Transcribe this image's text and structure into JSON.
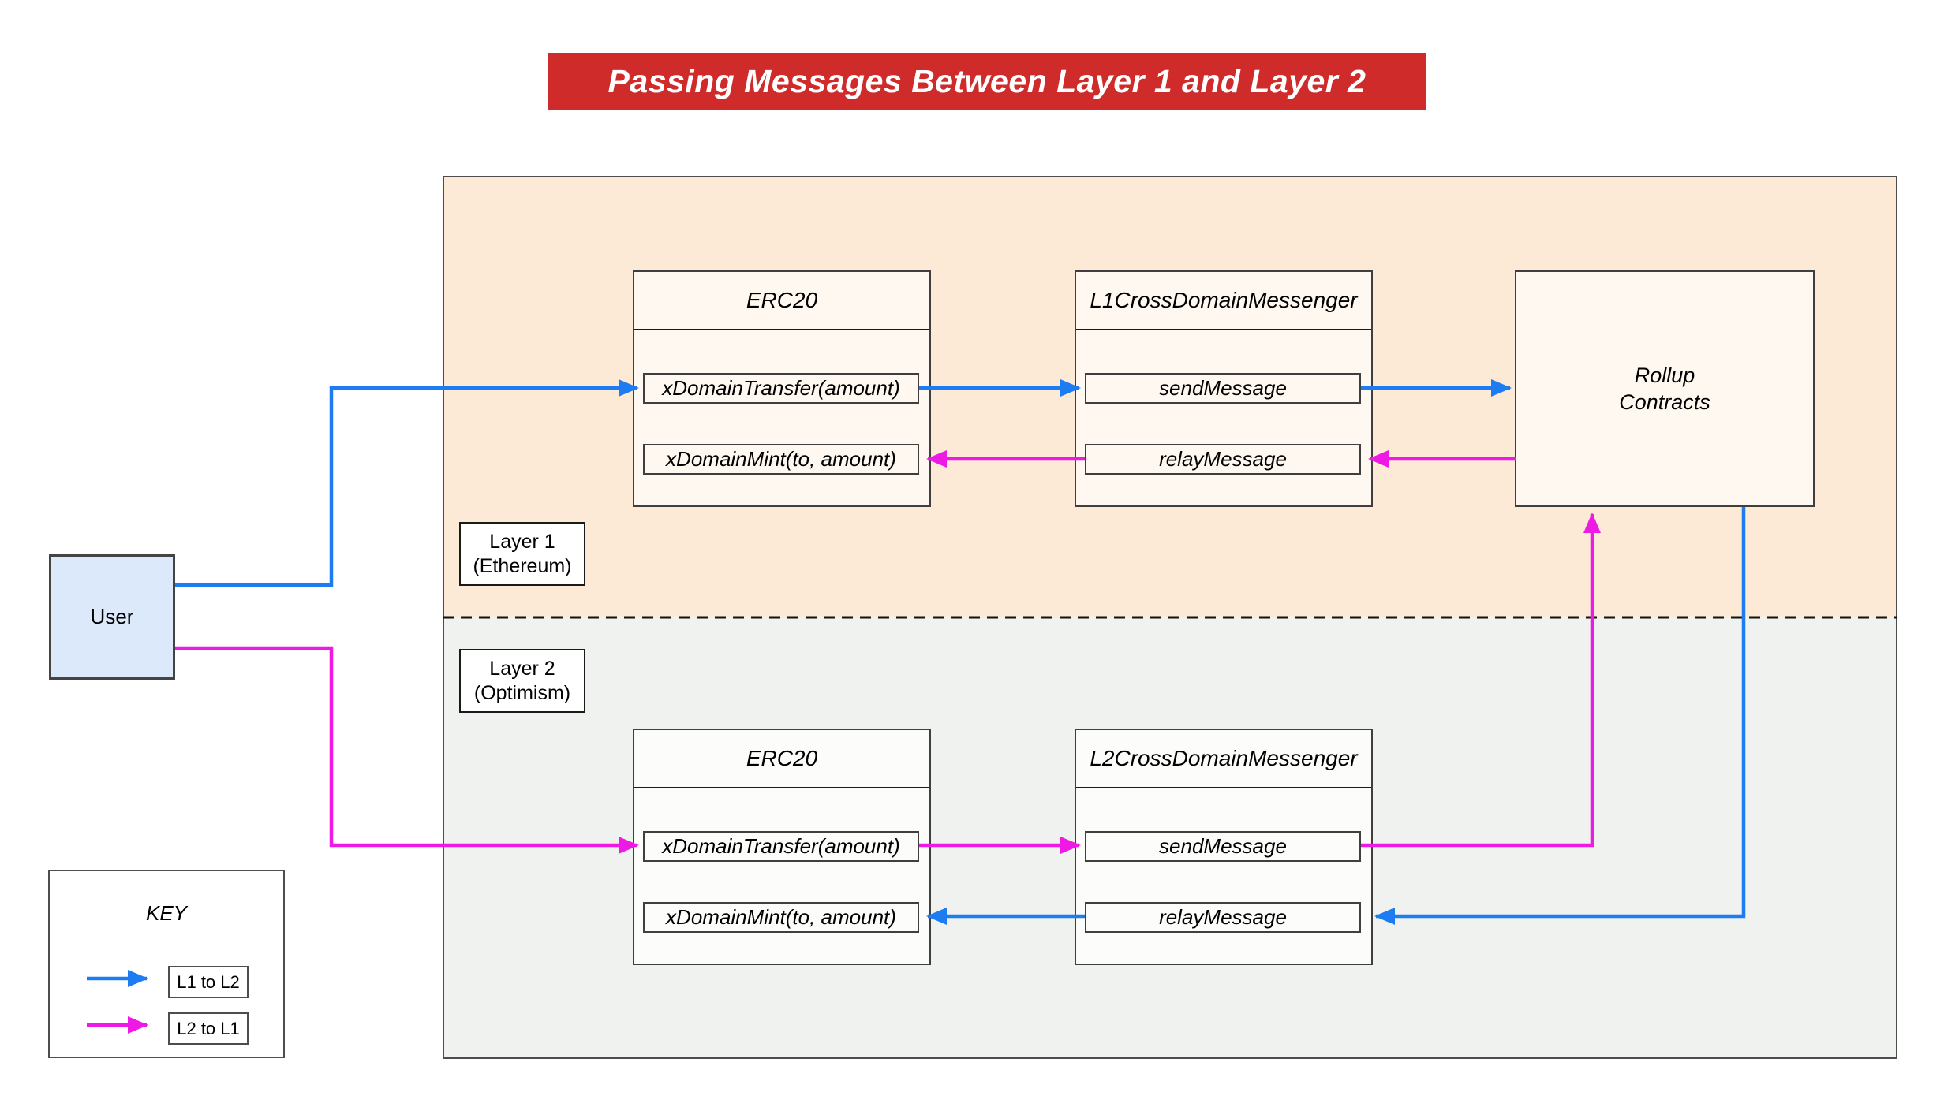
{
  "title": {
    "text": "Passing Messages Between Layer 1 and Layer 2"
  },
  "regions": {
    "layer1": {
      "label_line1": "Layer 1",
      "label_line2": "(Ethereum)"
    },
    "layer2": {
      "label_line1": "Layer 2",
      "label_line2": "(Optimism)"
    }
  },
  "actors": {
    "user": {
      "label": "User"
    }
  },
  "boxes": {
    "l1_erc20": {
      "title": "ERC20",
      "methods": [
        "xDomainTransfer(amount)",
        "xDomainMint(to, amount)"
      ]
    },
    "l1_messenger": {
      "title": "L1CrossDomainMessenger",
      "methods": [
        "sendMessage",
        "relayMessage"
      ]
    },
    "rollup": {
      "title_line1": "Rollup",
      "title_line2": "Contracts"
    },
    "l2_erc20": {
      "title": "ERC20",
      "methods": [
        "xDomainTransfer(amount)",
        "xDomainMint(to, amount)"
      ]
    },
    "l2_messenger": {
      "title": "L2CrossDomainMessenger",
      "methods": [
        "sendMessage",
        "relayMessage"
      ]
    }
  },
  "key": {
    "title": "KEY",
    "entries": [
      {
        "label": "L1 to L2",
        "direction": "blue-arrow"
      },
      {
        "label": "L2 to L1",
        "direction": "magenta-arrow"
      }
    ]
  },
  "flows": [
    {
      "from": "User",
      "to": "L1 ERC20 xDomainTransfer",
      "type": "L1 to L2"
    },
    {
      "from": "L1 ERC20 xDomainTransfer",
      "to": "L1CrossDomainMessenger sendMessage",
      "type": "L1 to L2"
    },
    {
      "from": "L1CrossDomainMessenger sendMessage",
      "to": "Rollup Contracts",
      "type": "L1 to L2"
    },
    {
      "from": "Rollup Contracts",
      "to": "L2CrossDomainMessenger relayMessage",
      "type": "L1 to L2"
    },
    {
      "from": "L2CrossDomainMessenger relayMessage",
      "to": "L2 ERC20 xDomainMint",
      "type": "L1 to L2"
    },
    {
      "from": "User",
      "to": "L2 ERC20 xDomainTransfer",
      "type": "L2 to L1"
    },
    {
      "from": "L2 ERC20 xDomainTransfer",
      "to": "L2CrossDomainMessenger sendMessage",
      "type": "L2 to L1"
    },
    {
      "from": "L2CrossDomainMessenger sendMessage",
      "to": "Rollup Contracts",
      "type": "L2 to L1"
    },
    {
      "from": "Rollup Contracts",
      "to": "L1CrossDomainMessenger relayMessage",
      "type": "L2 to L1"
    },
    {
      "from": "L1CrossDomainMessenger relayMessage",
      "to": "L1 ERC20 xDomainMint",
      "type": "L2 to L1"
    }
  ],
  "colors": {
    "banner_bg": "#d02b2b",
    "banner_text": "#ffffff",
    "layer1_bg": "#fcead7",
    "layer2_bg": "#eff2ee",
    "l1_box_fill": "#fff8f0",
    "l2_box_fill": "#fcfdfb",
    "user_fill": "#dce9fb",
    "box_border": "#3f3f3f",
    "region_border": "#4d4d4d",
    "l1_to_l2": "#1d7cf2",
    "l2_to_l1": "#ee19e5"
  }
}
